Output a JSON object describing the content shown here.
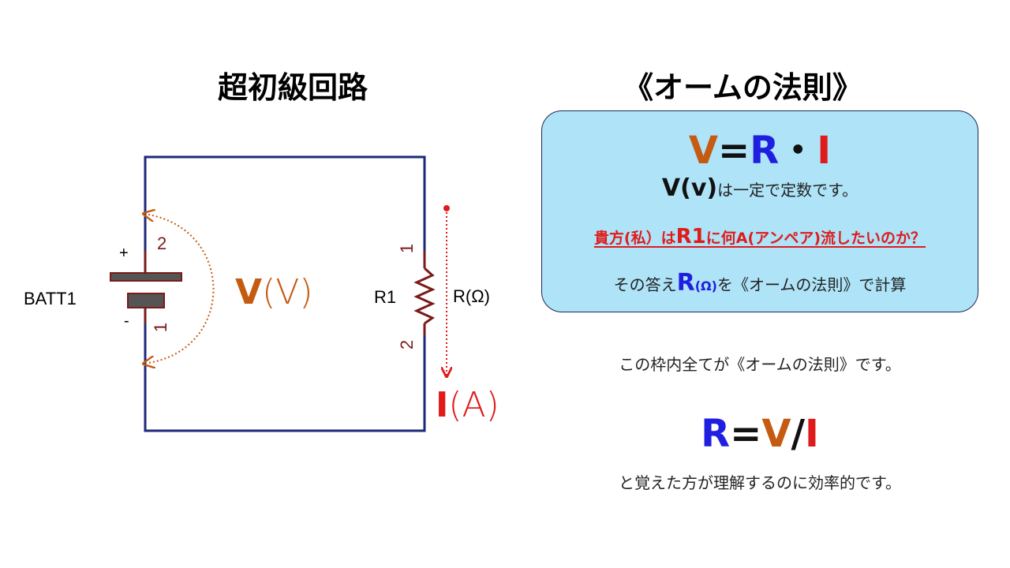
{
  "left_title": "超初級回路",
  "right_title": "《オームの法則》",
  "circuit": {
    "battery_label": "BATT1",
    "battery_plus": "+",
    "battery_minus": "-",
    "battery_pin_top": "2",
    "battery_pin_bottom": "1",
    "resistor_label": "R1",
    "resistor_pin_top": "1",
    "resistor_pin_bottom": "2",
    "resistance_label": "R(Ω)",
    "voltage_label": {
      "symbol": "V",
      "unit": "(V)"
    },
    "current_label": {
      "symbol": "I",
      "unit": "(A)"
    }
  },
  "ohm_box": {
    "formula": {
      "v": "V",
      "eq": "=",
      "r": "R",
      "dot": "・",
      "i": "I"
    },
    "line1": {
      "v_part": "V(v)",
      "rest": "は一定で定数です。"
    },
    "line2": {
      "pre": "貴方(私）は",
      "r1": "R1",
      "post": "に何A(アンペア)流したいのか？"
    },
    "line3": {
      "pre": "その答え",
      "r": "R",
      "unit": "(Ω)",
      "post": "を《オームの法則》で計算"
    }
  },
  "note": "この枠内全てが《オームの法則》です。",
  "formula2": {
    "r": "R",
    "eq": "=",
    "v": "V",
    "slash": "/",
    "i": "I"
  },
  "note2": "と覚えた方が理解するのに効率的です。",
  "colors": {
    "wire": "#1e2a78",
    "voltage": "#c55a11",
    "current": "#e01b1b",
    "resistance": "#1f1fe0",
    "battery_fill": "#555555",
    "battery_border": "#7a1a1a",
    "box_fill": "#aee3f8"
  }
}
